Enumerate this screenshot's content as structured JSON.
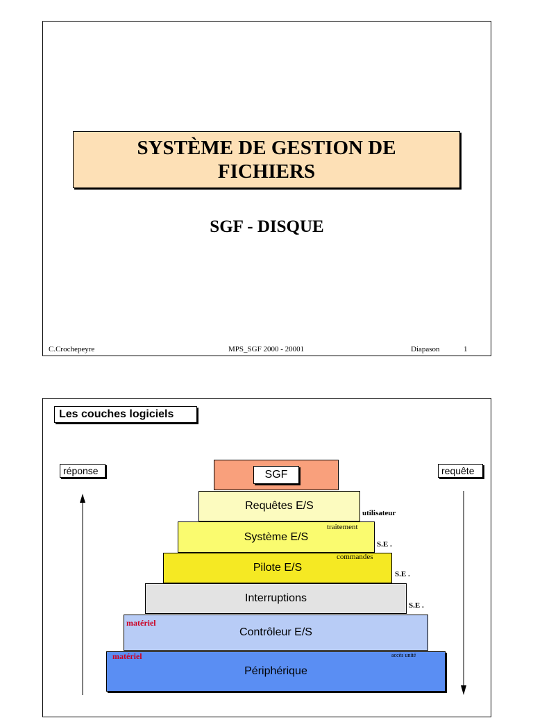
{
  "slide1": {
    "title_line1": "SYSTÈME DE GESTION DE",
    "title_line2": "FICHIERS",
    "subtitle": "SGF - DISQUE",
    "footer": {
      "author": "C.Crochepeyre",
      "course": "MPS_SGF 2000 - 20001",
      "brand": "Diapason",
      "page": "1"
    }
  },
  "slide2": {
    "heading": "Les couches logiciels",
    "response_label": "réponse",
    "request_label": "requête",
    "layers": [
      {
        "label": "SGF",
        "color": "#f9a07c"
      },
      {
        "label": "Requêtes E/S",
        "color": "#fcfbbf"
      },
      {
        "label": "Système E/S",
        "color": "#fafb6f"
      },
      {
        "label": "Pilote E/S",
        "color": "#f5e923"
      },
      {
        "label": "Interruptions",
        "color": "#e3e3e3"
      },
      {
        "label": "Contrôleur E/S",
        "color": "#b8ccf6"
      },
      {
        "label": "Périphérique",
        "color": "#5a8ef3"
      }
    ],
    "annotations": {
      "utilisateur": "utilisateur",
      "traitement": "traitement",
      "se1": "S.E .",
      "commandes": "commandes",
      "se2": "S.E .",
      "se3": "S.E .",
      "materiel1": "matériel",
      "materiel2": "matériel",
      "acces_unite": "accès unité"
    }
  }
}
